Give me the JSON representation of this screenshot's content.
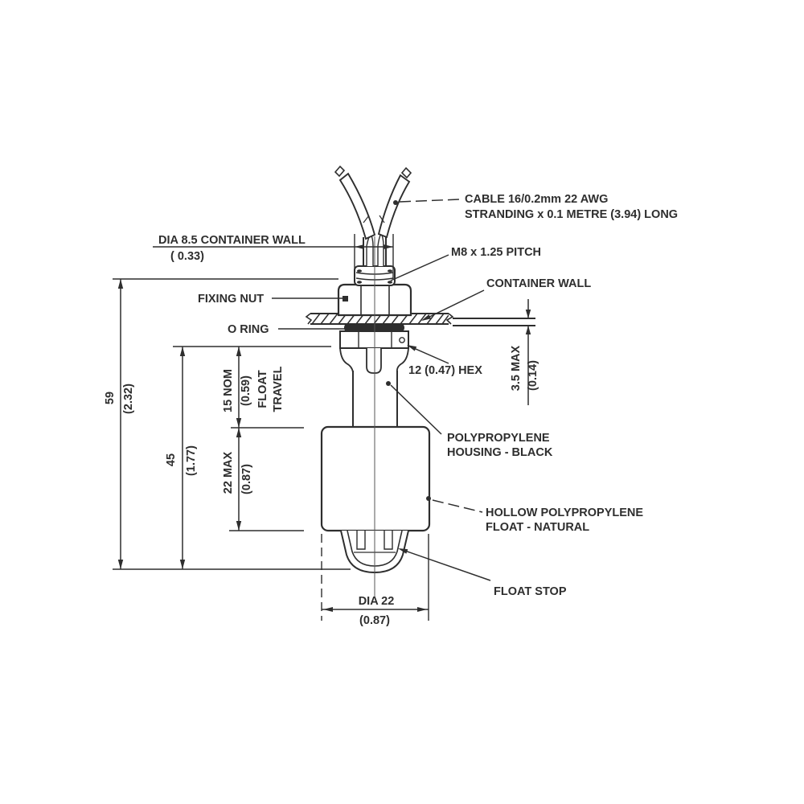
{
  "diagram": {
    "ink_color": "#2e2e2e",
    "background_color": "#ffffff",
    "labels": {
      "cable_line1": "CABLE 16/0.2mm 22 AWG",
      "cable_line2": "STRANDING x 0.1 METRE (3.94) LONG",
      "dia85": "DIA 8.5 CONTAINER WALL",
      "dia85_in": "( 0.33)",
      "m8": "M8 x 1.25 PITCH",
      "container_wall": "CONTAINER WALL",
      "fixing_nut": "FIXING NUT",
      "o_ring": "O RING",
      "hex": "12 (0.47) HEX",
      "dim_35": "3.5 MAX",
      "dim_35_in": "(0.14)",
      "housing_line1": "POLYPROPYLENE",
      "housing_line2": "HOUSING - BLACK",
      "float_line1": "HOLLOW POLYPROPYLENE",
      "float_line2": "FLOAT - NATURAL",
      "float_stop": "FLOAT STOP",
      "dia22": "DIA 22",
      "dia22_in": "(0.87)",
      "dim_59": "59",
      "dim_59_in": "(2.32)",
      "dim_45": "45",
      "dim_45_in": "(1.77)",
      "dim_15": "15 NOM",
      "dim_15_in": "(0.59)",
      "float_travel_line1": "FLOAT",
      "float_travel_line2": "TRAVEL",
      "dim_22": "22 MAX",
      "dim_22_in": "(0.87)"
    }
  }
}
